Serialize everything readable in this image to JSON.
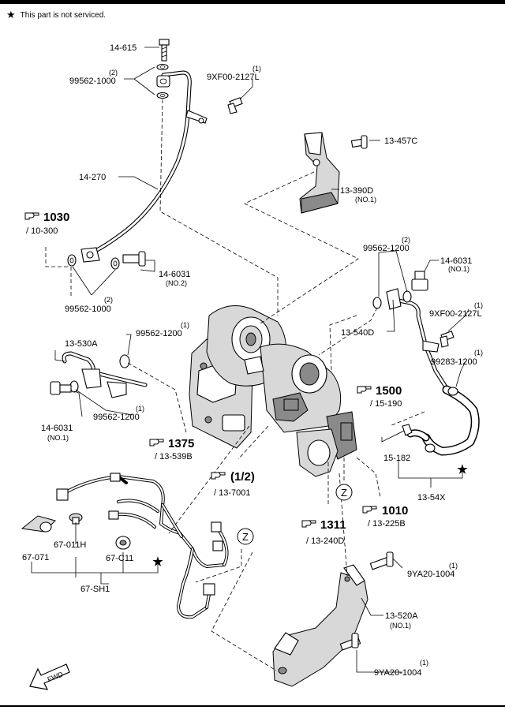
{
  "header": {
    "note_symbol": "★",
    "note_text": "This part is not serviced."
  },
  "labels": {
    "p14_615": "14-615",
    "p99562_1000_top": "99562-1000",
    "p99562_1000_top_qty": "(2)",
    "p9XF00_2127L_top": "9XF00-2127L",
    "p9XF00_2127L_top_qty": "(1)",
    "p13_457C": "13-457C",
    "p14_270": "14-270",
    "p13_390D": "13-390D",
    "p13_390D_no": "(NO.1)",
    "p99562_1200_right": "99562-1200",
    "p99562_1200_right_qty": "(2)",
    "p14_6031_right": "14-6031",
    "p14_6031_right_no": "(NO.1)",
    "p14_6031_mid": "14-6031",
    "p14_6031_mid_no": "(NO.2)",
    "p99562_1000_bot": "99562-1000",
    "p99562_1000_bot_qty": "(2)",
    "p9XF00_2127L_right": "9XF00-2127L",
    "p9XF00_2127L_right_qty": "(1)",
    "p99562_1200_left": "99562-1200",
    "p99562_1200_left_qty": "(1)",
    "p13_540D": "13-540D",
    "p99283_1200": "99283-1200",
    "p99283_1200_qty": "(1)",
    "p13_530A": "13-530A",
    "p99562_1200_lower": "99562-1200",
    "p99562_1200_lower_qty": "(1)",
    "p14_6031_left": "14-6031",
    "p14_6031_left_no": "(NO.1)",
    "p15_182": "15-182",
    "p13_54X": "13-54X",
    "p67_071": "67-071",
    "p67_011H": "67-011H",
    "p67_C11": "67-C11",
    "p67_SH1": "67-SH1",
    "p9YA20_1004_top": "9YA20-1004",
    "p9YA20_1004_top_qty": "(1)",
    "p13_520A": "13-520A",
    "p13_520A_no": "(NO.1)",
    "p9YA20_1004_bot": "9YA20-1004",
    "p9YA20_1004_bot_qty": "(1)",
    "callout_z": "Z",
    "star": "★",
    "fwd": "FWD"
  },
  "references": {
    "r1030_num": "1030",
    "r1030_sub": "/ 10-300",
    "r1500_num": "1500",
    "r1500_sub": "/ 15-190",
    "r1375_num": "1375",
    "r1375_sub": "/ 13-539B",
    "r1_2_num": "(1/2)",
    "r1_2_sub": "/ 13-7001",
    "r1010_num": "1010",
    "r1010_sub": "/ 13-225B",
    "r1311_num": "1311",
    "r1311_sub": "/ 13-240D"
  }
}
